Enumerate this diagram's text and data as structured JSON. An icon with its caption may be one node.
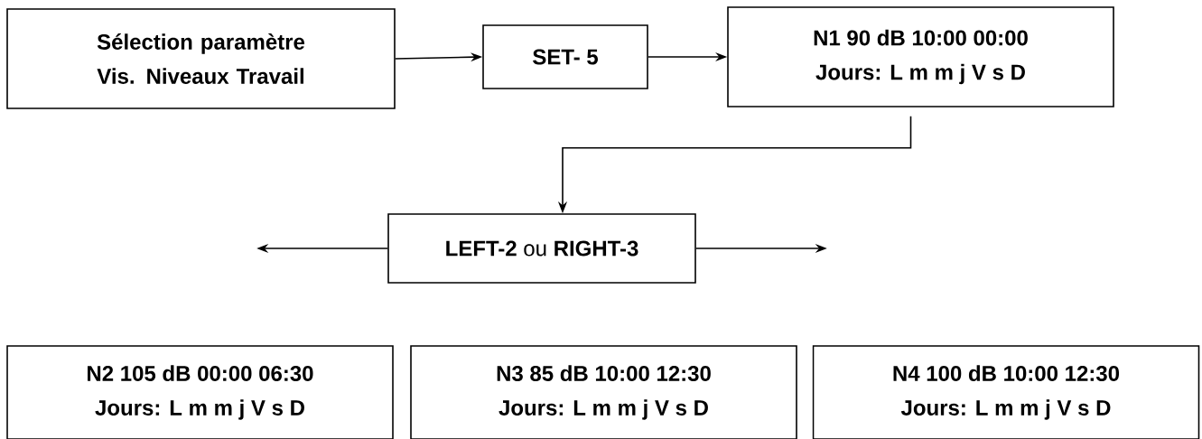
{
  "diagram": {
    "nodes": [
      {
        "text": [
          "Sélection paramètre Vis. Niveaux Travail"
        ]
      },
      {
        "text": [
          "SET- 5"
        ]
      },
      {
        "text": [
          "N1 90 dB 10:00 00:00",
          "Jours: L m m j V s D"
        ]
      },
      {
        "text": [
          "**LEFT-2** ou **RIGHT-3**"
        ]
      },
      {
        "text": [
          "N2 105 dB 00:00 06:30",
          "Jours: L m m j V s D"
        ]
      },
      {
        "text": [
          "N3 85 dB 10:00 12:30",
          "Jours: L m m j V s D"
        ]
      },
      {
        "text": [
          "N4 100 dB 10:00 12:30",
          "Jours: L m m j V s D"
        ]
      }
    ],
    "edges": [
      {
        "from": 0,
        "to": 1,
        "arrow": "to"
      },
      {
        "from": 1,
        "to": 2,
        "arrow": "to"
      },
      {
        "from": 2,
        "to": 3,
        "arrow": "to"
      },
      {
        "from": 3,
        "to": null,
        "arrow": "to"
      },
      {
        "from": 3,
        "to": null,
        "arrow": "to"
      }
    ]
  }
}
